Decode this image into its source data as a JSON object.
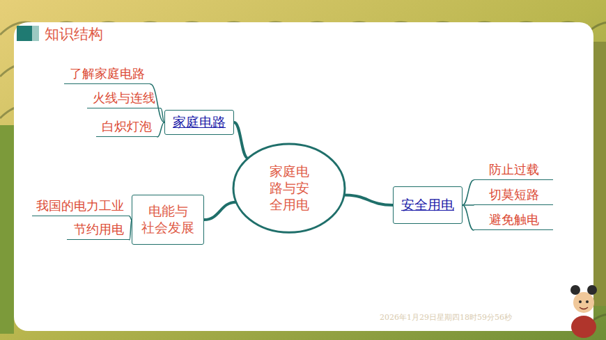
{
  "diagram": {
    "title": "知识结构",
    "nodes": [
      {
        "text": [
          "了解家庭电路"
        ]
      },
      {
        "text": [
          "火线与连线"
        ]
      },
      {
        "text": [
          "白炽灯泡"
        ]
      },
      {
        "text": [
          "家庭电路"
        ]
      },
      {
        "text": [
          "家庭电 路与安 全用电"
        ]
      },
      {
        "text": [
          "防止过载"
        ]
      },
      {
        "text": [
          "切莫短路"
        ]
      },
      {
        "text": [
          "避免触电"
        ]
      },
      {
        "text": [
          "安全用电"
        ]
      },
      {
        "text": [
          "我国的电力工业"
        ]
      },
      {
        "text": [
          "电能与 社会发展"
        ]
      },
      {
        "text": [
          "节约用电"
        ]
      }
    ],
    "edges": [
      {
        "from": 4,
        "to": 3,
        "arrow": "none"
      },
      {
        "from": 4,
        "to": 8,
        "arrow": "none"
      },
      {
        "from": 4,
        "to": 10,
        "arrow": "none"
      },
      {
        "from": 3,
        "to": 0,
        "arrow": "none"
      },
      {
        "from": 3,
        "to": 1,
        "arrow": "none"
      },
      {
        "from": 3,
        "to": 2,
        "arrow": "none"
      },
      {
        "from": 8,
        "to": 5,
        "arrow": "none"
      },
      {
        "from": 8,
        "to": 6,
        "arrow": "none"
      },
      {
        "from": 8,
        "to": 7,
        "arrow": "none"
      },
      {
        "from": 10,
        "to": 9,
        "arrow": "none"
      },
      {
        "from": 10,
        "to": 11,
        "arrow": "none"
      }
    ],
    "labels": [
      "2026年1月29日星期四18时59分56秒"
    ]
  }
}
